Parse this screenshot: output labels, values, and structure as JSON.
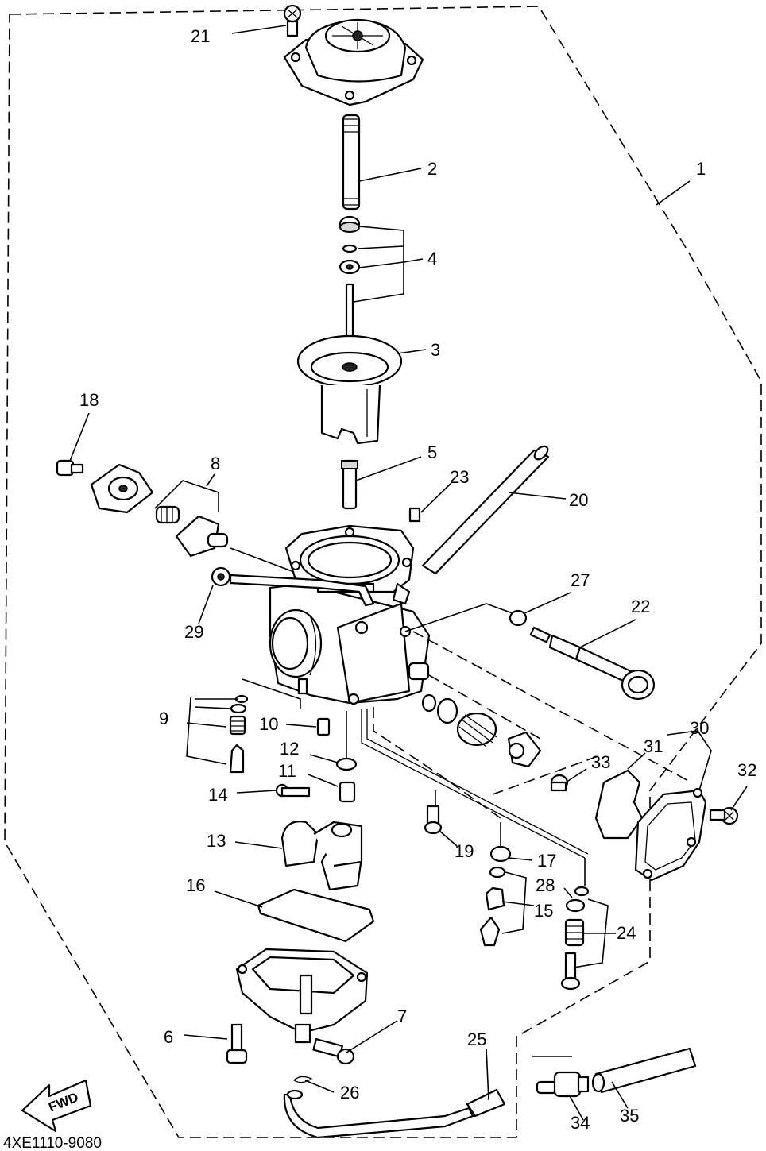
{
  "diagram": {
    "drawing_code": "4XE1110-9080",
    "fwd_label": "FWD",
    "callouts": {
      "c1": "1",
      "c2": "2",
      "c3": "3",
      "c4": "4",
      "c5": "5",
      "c6": "6",
      "c7": "7",
      "c8": "8",
      "c9": "9",
      "c10": "10",
      "c11": "11",
      "c12": "12",
      "c13": "13",
      "c14": "14",
      "c15": "15",
      "c16": "16",
      "c17": "17",
      "c18": "18",
      "c19": "19",
      "c20": "20",
      "c21": "21",
      "c22": "22",
      "c23": "23",
      "c24": "24",
      "c25": "25",
      "c26": "26",
      "c27": "27",
      "c28": "28",
      "c29": "29",
      "c30": "30",
      "c31": "31",
      "c32": "32",
      "c33": "33",
      "c34": "34",
      "c35": "35"
    }
  }
}
